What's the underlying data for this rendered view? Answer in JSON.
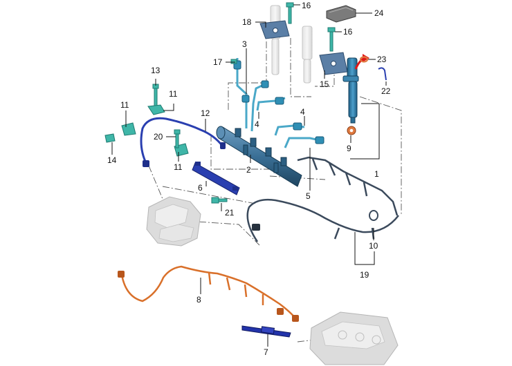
{
  "callouts": [
    {
      "id": "c1",
      "text": "1"
    },
    {
      "id": "c2",
      "text": "2"
    },
    {
      "id": "c3",
      "text": "3"
    },
    {
      "id": "c4a",
      "text": "4"
    },
    {
      "id": "c4b",
      "text": "4"
    },
    {
      "id": "c5",
      "text": "5"
    },
    {
      "id": "c6",
      "text": "6"
    },
    {
      "id": "c7",
      "text": "7"
    },
    {
      "id": "c8",
      "text": "8"
    },
    {
      "id": "c9",
      "text": "9"
    },
    {
      "id": "c10",
      "text": "10"
    },
    {
      "id": "c11a",
      "text": "11"
    },
    {
      "id": "c11b",
      "text": "11"
    },
    {
      "id": "c11c",
      "text": "11"
    },
    {
      "id": "c12",
      "text": "12"
    },
    {
      "id": "c13",
      "text": "13"
    },
    {
      "id": "c14",
      "text": "14"
    },
    {
      "id": "c15",
      "text": "15"
    },
    {
      "id": "c16a",
      "text": "16"
    },
    {
      "id": "c16b",
      "text": "16"
    },
    {
      "id": "c17",
      "text": "17"
    },
    {
      "id": "c18",
      "text": "18"
    },
    {
      "id": "c19",
      "text": "19"
    },
    {
      "id": "c20",
      "text": "20"
    },
    {
      "id": "c21",
      "text": "21"
    },
    {
      "id": "c22",
      "text": "22"
    },
    {
      "id": "c23",
      "text": "23"
    },
    {
      "id": "c24",
      "text": "24"
    }
  ],
  "colors": {
    "rail": "#3a6f96",
    "rail_dark": "#24506f",
    "injector": "#2c7fa8",
    "fuel_line": "#4aa8c8",
    "fastener": "#3fb6a8",
    "return_line": "#2a3fb0",
    "harness": "#3b4a5c",
    "glow_harness": "#d9702a",
    "glow_plug": "#2233aa",
    "seal": "#e07a40",
    "arrow": "#e01818",
    "ghost": "#d2d2d2"
  }
}
